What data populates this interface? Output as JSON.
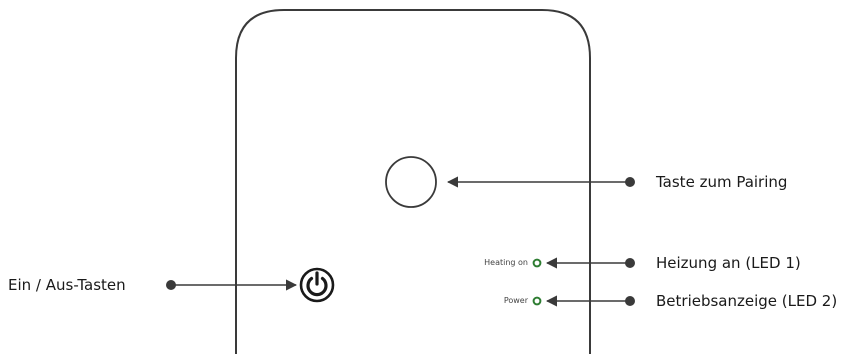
{
  "device": {
    "pairing_button": "Taste zum Pairing",
    "heating_on_label": "Heating on",
    "power_label": "Power"
  },
  "callouts": {
    "power_button": "Ein / Aus-Tasten",
    "pairing": "Taste zum Pairing",
    "led1": "Heizung an (LED 1)",
    "led2": "Betriebsanzeige (LED 2)"
  },
  "colors": {
    "outline": "#3a3a3a",
    "led": "#2e7d32",
    "line": "#3a3a3a"
  }
}
